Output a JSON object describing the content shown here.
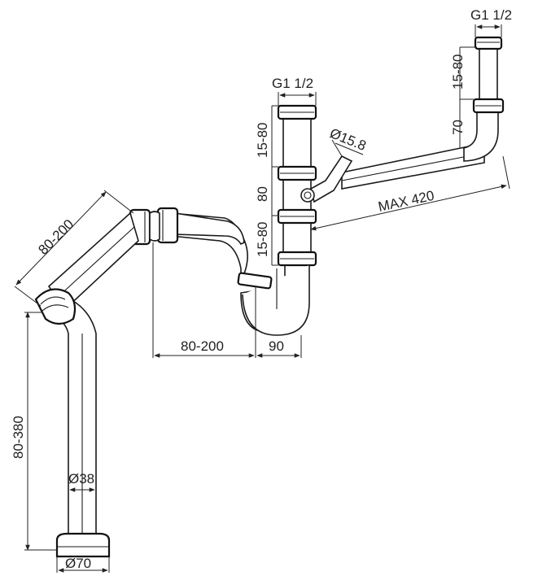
{
  "diagram": {
    "labels": {
      "top_right_thread": "G1 1/2",
      "top_center_thread": "G1 1/2",
      "right_top_len": "15-80",
      "right_elbow_len": "70",
      "center_top_len": "15-80",
      "center_mid_len": "80",
      "center_low_len": "15-80",
      "side_inlet_dia": "Ø15.8",
      "max_len": "MAX 420",
      "diag_len": "80-200",
      "horiz_len": "80-200",
      "trap_width": "90",
      "vertical_len": "80-380",
      "pipe_dia": "Ø38",
      "base_dia": "Ø70"
    }
  }
}
